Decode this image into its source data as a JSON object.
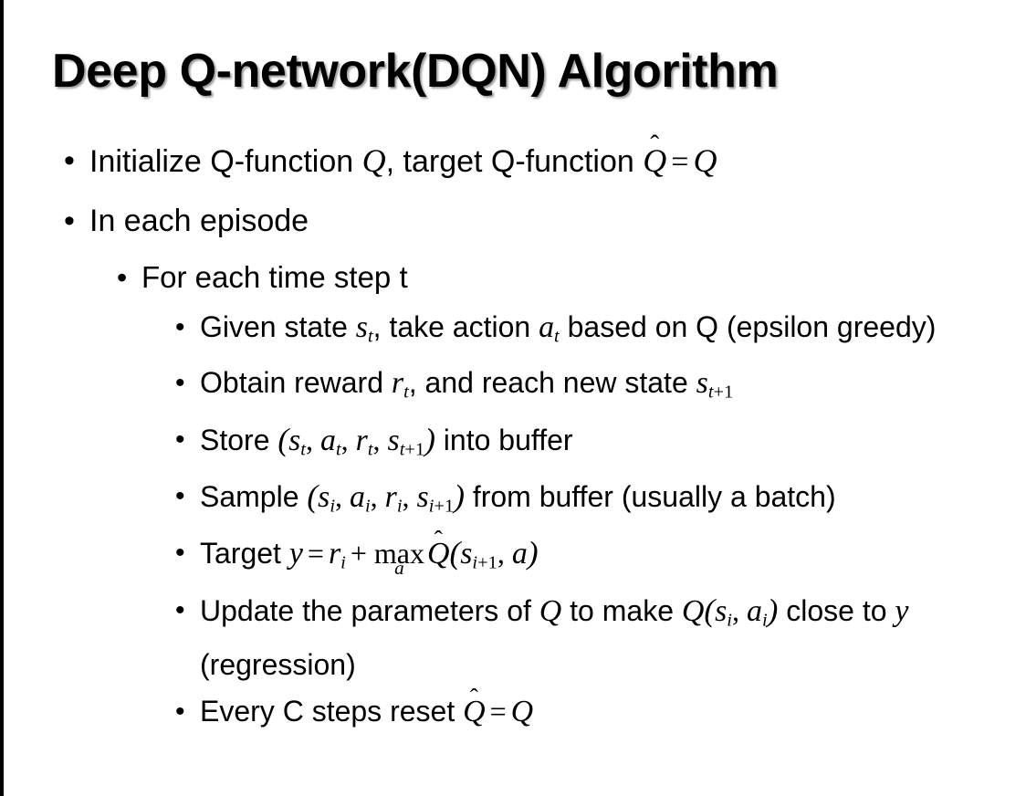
{
  "slide": {
    "title": "Deep Q-network(DQN) Algorithm",
    "bullet_glyph": "•",
    "background_color": "#ffffff",
    "text_color": "#000000",
    "edge_band_color": "#000000",
    "title_shadow_color": "#787878"
  },
  "content": {
    "b1": {
      "level": 1,
      "pre": "Initialize Q-function ",
      "var_q": "Q",
      "mid": ", target Q-function ",
      "qhat": "Q",
      "hat": "̂",
      "eq": "=",
      "var_q2": "Q",
      "plain": "Initialize Q-function Q, target Q-function Q̂ = Q"
    },
    "b2": {
      "level": 1,
      "text": "In each episode"
    },
    "b3": {
      "level": 2,
      "text": "For each time step t"
    },
    "b4": {
      "level": 3,
      "pre": "Given state ",
      "s": "s",
      "s_sub": "t",
      "mid": ", take action ",
      "a": "a",
      "a_sub": "t",
      "post": " based on Q (epsilon greedy)",
      "plain": "Given state s_t, take action a_t based on Q (epsilon greedy)"
    },
    "b5": {
      "level": 3,
      "pre": "Obtain reward ",
      "r": "r",
      "r_sub": "t",
      "mid": ", and reach new state ",
      "s": "s",
      "s_sub_var": "t",
      "s_sub_op": "+",
      "s_sub_num": "1",
      "plain": "Obtain reward r_t, and reach new state s_{t+1}"
    },
    "b6": {
      "level": 3,
      "pre": "Store ",
      "open": "(",
      "s1": "s",
      "s1_sub": "t",
      "c1": ", ",
      "a1": "a",
      "a1_sub": "t",
      "c2": ", ",
      "r1": "r",
      "r1_sub": "t",
      "c3": ", ",
      "s2": "s",
      "s2_sub_var": "t",
      "s2_sub_op": "+",
      "s2_sub_num": "1",
      "close": ")",
      "post": " into buffer",
      "plain": "Store (s_t, a_t, r_t, s_{t+1}) into buffer"
    },
    "b7": {
      "level": 3,
      "pre": "Sample ",
      "open": "(",
      "s1": "s",
      "s1_sub": "i",
      "c1": ", ",
      "a1": "a",
      "a1_sub": "i",
      "c2": ", ",
      "r1": "r",
      "r1_sub": "i",
      "c3": ", ",
      "s2": "s",
      "s2_sub_var": "i",
      "s2_sub_op": "+",
      "s2_sub_num": "1",
      "close": ")",
      "post": " from buffer (usually a batch)",
      "plain": "Sample (s_i, a_i, r_i, s_{i+1}) from buffer (usually a batch)"
    },
    "b8": {
      "level": 3,
      "pre": "Target ",
      "y": "y",
      "eq": "=",
      "r": "r",
      "r_sub": "i",
      "plus": "+",
      "max_op": "max",
      "max_under": "a",
      "qhat": "Q",
      "hat": "̂",
      "open": "(",
      "s": "s",
      "s_sub_var": "i",
      "s_sub_op": "+",
      "s_sub_num": "1",
      "comma": ", ",
      "a": "a",
      "close": ")",
      "plain": "Target y = r_i + max_a Q̂(s_{i+1}, a)"
    },
    "b9": {
      "level": 3,
      "pre": "Update the parameters of ",
      "q1": "Q",
      "mid": " to make ",
      "q2": "Q",
      "open": "(",
      "s": "s",
      "s_sub": "i",
      "comma": ", ",
      "a": "a",
      "a_sub": "i",
      "close": ")",
      "post": " close to ",
      "y": "y",
      "tail": " (regression)",
      "plain": "Update the parameters of Q to make Q(s_i, a_i) close to y (regression)"
    },
    "b10": {
      "level": 3,
      "pre": "Every C steps reset ",
      "qhat": "Q",
      "hat": "̂",
      "eq": "=",
      "q": "Q",
      "plain": "Every C steps reset Q̂ = Q"
    }
  }
}
